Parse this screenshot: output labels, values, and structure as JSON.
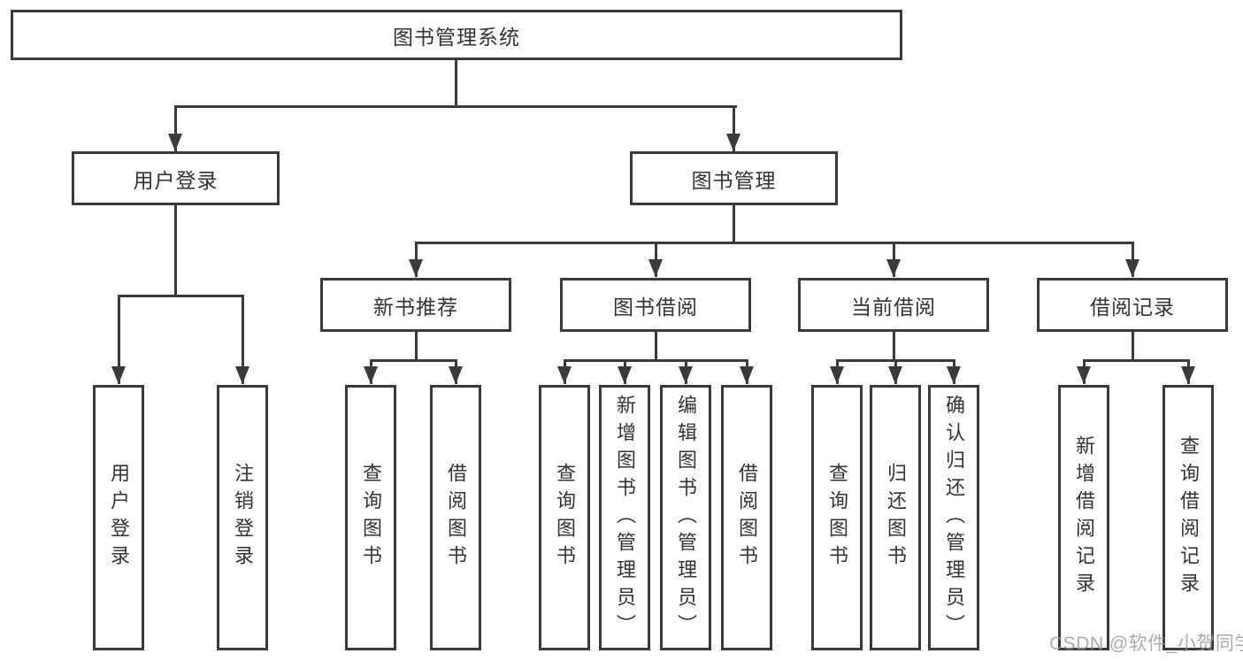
{
  "root": {
    "label": "图书管理系统"
  },
  "modules": [
    {
      "label": "用户登录",
      "children": [
        {
          "label": "用户登录"
        },
        {
          "label": "注销登录"
        }
      ]
    },
    {
      "label": "图书管理",
      "children": [
        {
          "label": "新书推荐",
          "children": [
            {
              "label": "查询图书"
            },
            {
              "label": "借阅图书"
            }
          ]
        },
        {
          "label": "图书借阅",
          "children": [
            {
              "label": "查询图书"
            },
            {
              "label": "新增图书（管理员）"
            },
            {
              "label": "编辑图书（管理员）"
            },
            {
              "label": "借阅图书"
            }
          ]
        },
        {
          "label": "当前借阅",
          "children": [
            {
              "label": "查询图书"
            },
            {
              "label": "归还图书"
            },
            {
              "label": "确认归还（管理员）"
            }
          ]
        },
        {
          "label": "借阅记录",
          "children": [
            {
              "label": "新增借阅记录"
            },
            {
              "label": "查询借阅记录"
            }
          ]
        }
      ]
    }
  ],
  "watermark": {
    "text": "CSDN @软件_小贺同学"
  },
  "colors": {
    "line": "#3a3a3a",
    "text": "#333333",
    "background": "#ffffff",
    "watermark": "#969696"
  }
}
